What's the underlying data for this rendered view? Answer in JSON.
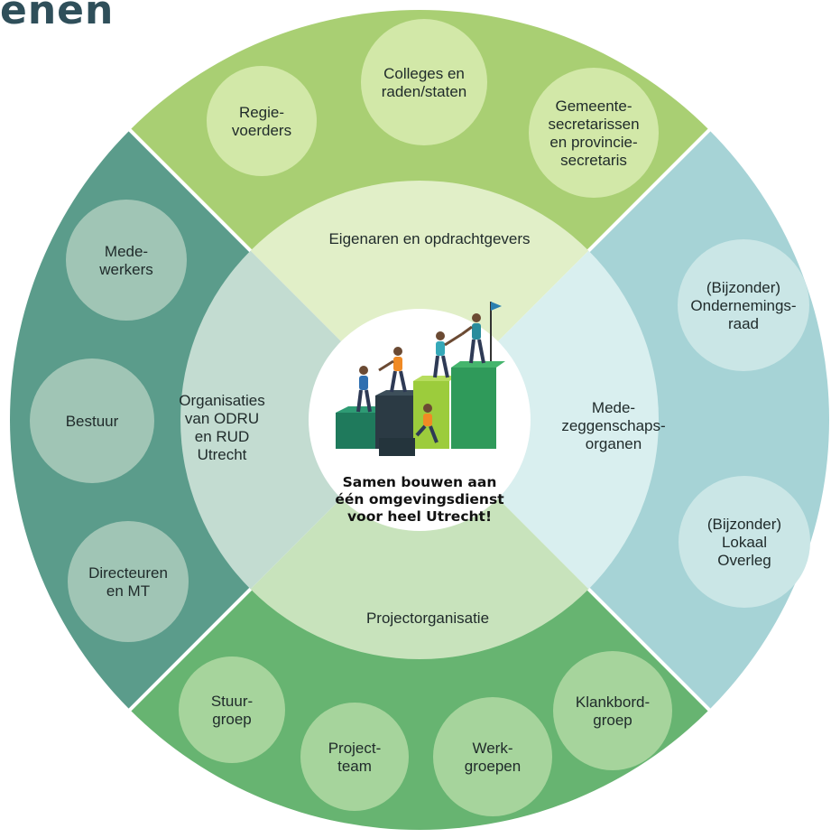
{
  "heading": "enen",
  "colors": {
    "top_outer": "#a9cf73",
    "top_inner": "#e1efc8",
    "top_circle": "#d2e8a8",
    "right_outer": "#a6d3d6",
    "right_inner": "#d9efef",
    "right_circle": "#cae6e6",
    "bottom_outer": "#67b471",
    "bottom_inner": "#c8e3bc",
    "bottom_circle": "#a6d49c",
    "left_outer": "#5b9c8b",
    "left_inner": "#c3dcd1",
    "left_circle": "#a0c5b5"
  },
  "center": {
    "lines": [
      "Samen bouwen aan",
      "één omgevingsdienst",
      "voor heel Utrecht!"
    ],
    "illustration": "people-climbing-blocks-illustration"
  },
  "segments": {
    "top": {
      "label": "Eigenaren en opdrachtgevers",
      "circles": [
        {
          "lines": [
            "Regie-",
            "voerders"
          ]
        },
        {
          "lines": [
            "Colleges en",
            "raden/staten"
          ]
        },
        {
          "lines": [
            "Gemeente-",
            "secretarissen",
            "en provincie-",
            "secretaris"
          ]
        }
      ]
    },
    "right": {
      "label": [
        "Mede-",
        "zeggenschaps-",
        "organen"
      ],
      "circles": [
        {
          "lines": [
            "(Bijzonder)",
            "Ondernemings-",
            "raad"
          ]
        },
        {
          "lines": [
            "(Bijzonder)",
            "Lokaal",
            "Overleg"
          ]
        }
      ]
    },
    "bottom": {
      "label": "Projectorganisatie",
      "circles": [
        {
          "lines": [
            "Stuur-",
            "groep"
          ]
        },
        {
          "lines": [
            "Project-",
            "team"
          ]
        },
        {
          "lines": [
            "Werk-",
            "groepen"
          ]
        },
        {
          "lines": [
            "Klankbord-",
            "groep"
          ]
        }
      ]
    },
    "left": {
      "label": [
        "Organisaties",
        "van ODRU",
        "en RUD",
        "Utrecht"
      ],
      "circles": [
        {
          "lines": [
            "Mede-",
            "werkers"
          ]
        },
        {
          "lines": [
            "Bestuur"
          ]
        },
        {
          "lines": [
            "Directeuren",
            "en MT"
          ]
        }
      ]
    }
  }
}
